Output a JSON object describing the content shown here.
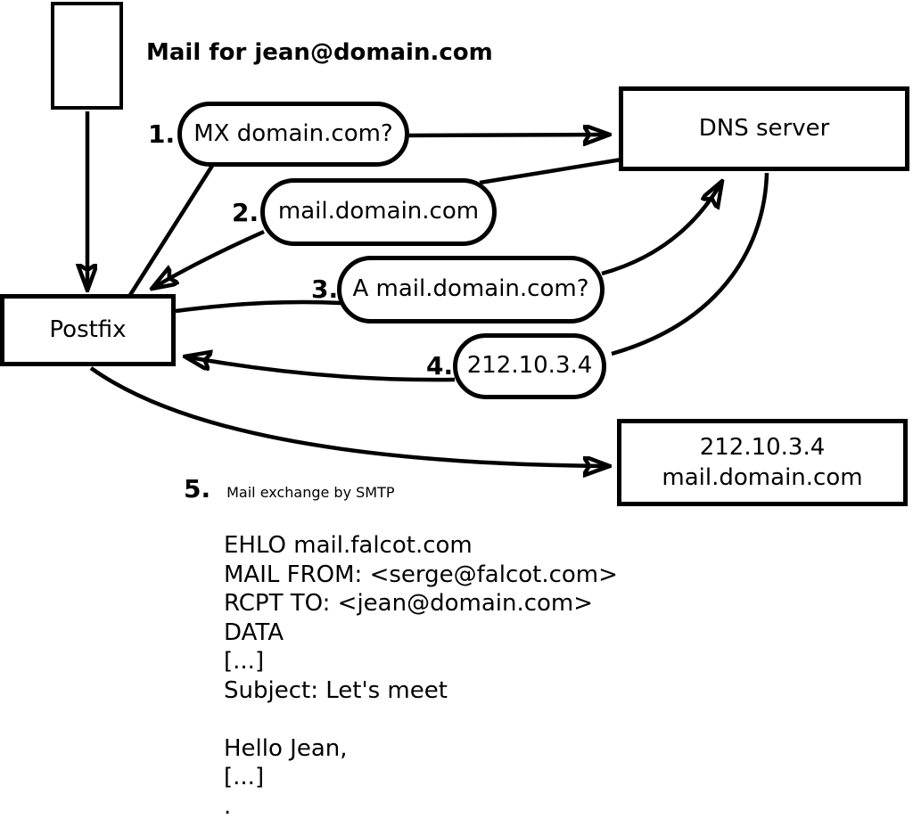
{
  "diagram": {
    "annotation": "Mail for jean@domain.com",
    "nodes": {
      "postfix": "Postfix",
      "dns_server": "DNS server",
      "mail_server_line1": "212.10.3.4",
      "mail_server_line2": "mail.domain.com"
    },
    "steps": [
      {
        "num": "1.",
        "label": "MX domain.com?"
      },
      {
        "num": "2.",
        "label": "mail.domain.com"
      },
      {
        "num": "3.",
        "label": "A mail.domain.com?"
      },
      {
        "num": "4.",
        "label": "212.10.3.4"
      },
      {
        "num": "5.",
        "label": "Mail exchange by SMTP"
      }
    ],
    "smtp_session": {
      "lines": [
        "EHLO mail.falcot.com",
        "MAIL FROM: <serge@falcot.com>",
        "RCPT TO: <jean@domain.com>",
        "DATA",
        "[...]",
        "Subject: Let's meet",
        "",
        "Hello Jean,",
        "[...]",
        "."
      ]
    },
    "colors": {
      "stroke": "#000000",
      "background": "#ffffff",
      "text": "#000000"
    }
  }
}
